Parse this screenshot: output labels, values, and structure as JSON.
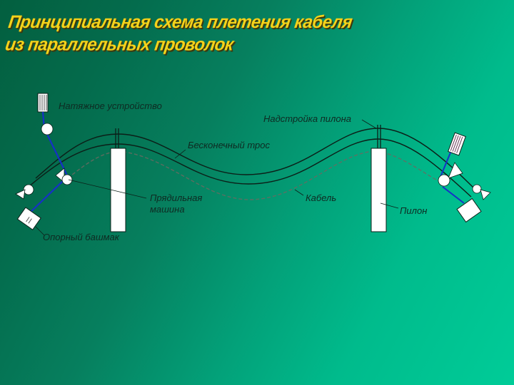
{
  "title": {
    "line1": "Принципиальная схема плетения кабеля",
    "line2": "из параллельных проволок"
  },
  "labels": {
    "tensioner": "Натяжное устройство",
    "pylon_superstructure": "Надстройка пилона",
    "endless_rope": "Бесконечный трос",
    "spinning_machine_line1": "Прядильная",
    "spinning_machine_line2": "машина",
    "cable": "Кабель",
    "pylon": "Пилон",
    "anchor_shoe": "Опорный башмак"
  },
  "colors": {
    "title": "#f5d21a",
    "background_dark": "#035f3f",
    "background_light": "#00cc98",
    "rope": "#0c1f18",
    "blue_line": "#1630c8",
    "cable_dashed": "#4a6a5a",
    "pylon_fill": "#ffffff"
  }
}
